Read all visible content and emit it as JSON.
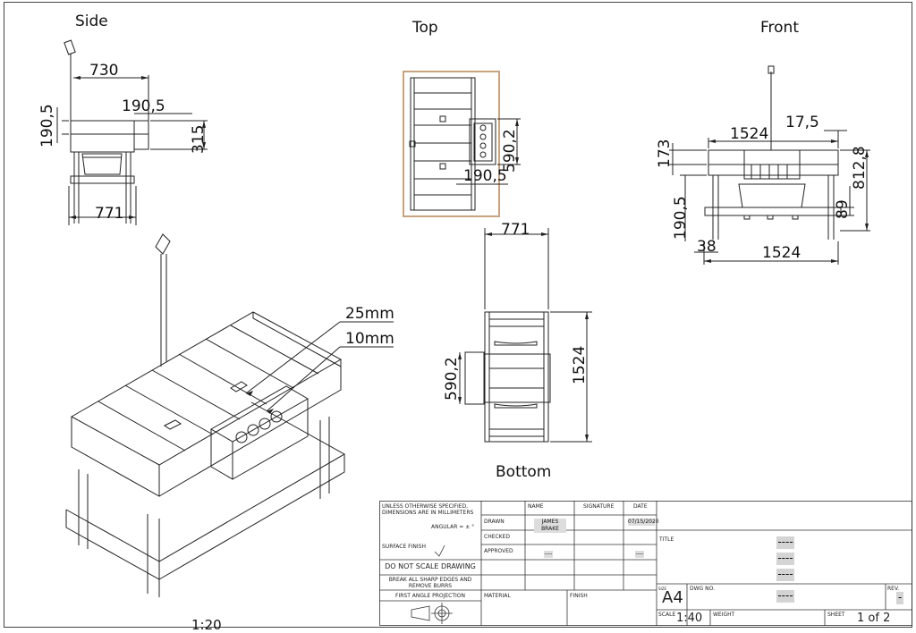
{
  "views": {
    "side": "Side",
    "top": "Top",
    "front": "Front",
    "bottom": "Bottom"
  },
  "dimensions": {
    "side": [
      "730",
      "190,5",
      "190,5",
      "315",
      "771"
    ],
    "top": [
      "590,2",
      "190,5"
    ],
    "front": [
      "1524",
      "17,5",
      "173",
      "812,8",
      "190,5",
      "89",
      "38",
      "1524"
    ],
    "bottom": [
      "771",
      "1524",
      "590,2"
    ],
    "iso": [
      "25mm",
      "10mm"
    ]
  },
  "detail_scale": "1:20",
  "title_block": {
    "spec_note": "UNLESS OTHERWISE SPECIFIED, DIMENSIONS ARE IN MILLIMETERS",
    "angular": "ANGULAR = ± °",
    "surface_finish": "SURFACE FINISH",
    "do_not_scale": "DO NOT SCALE DRAWING",
    "break_edges": "BREAK ALL SHARP EDGES AND REMOVE BURRS",
    "projection": "FIRST ANGLE PROJECTION",
    "headers": {
      "name": "NAME",
      "signature": "SIGNATURE",
      "date": "DATE"
    },
    "rows": {
      "drawn": "DRAWN",
      "checked": "CHECKED",
      "approved": "APPROVED"
    },
    "drawn_name": "JAMES BRAKE",
    "drawn_date": "07/15/2020",
    "approved_name": "----",
    "approved_date": "----",
    "material": "MATERIAL",
    "finish": "FINISH",
    "title_label": "TITLE",
    "title_value_1": "----",
    "title_value_2": "----",
    "title_value_3": "----",
    "size_label": "SIZE",
    "size": "A4",
    "dwg_label": "DWG NO.",
    "dwg_value": "----",
    "rev_label": "REV.",
    "rev_value": "-",
    "scale_label": "SCALE",
    "scale": "1:40",
    "weight_label": "WEIGHT",
    "sheet_label": "SHEET",
    "sheet": "1 of 2"
  },
  "colors": {
    "top_view_highlight": "#c9a27e"
  }
}
